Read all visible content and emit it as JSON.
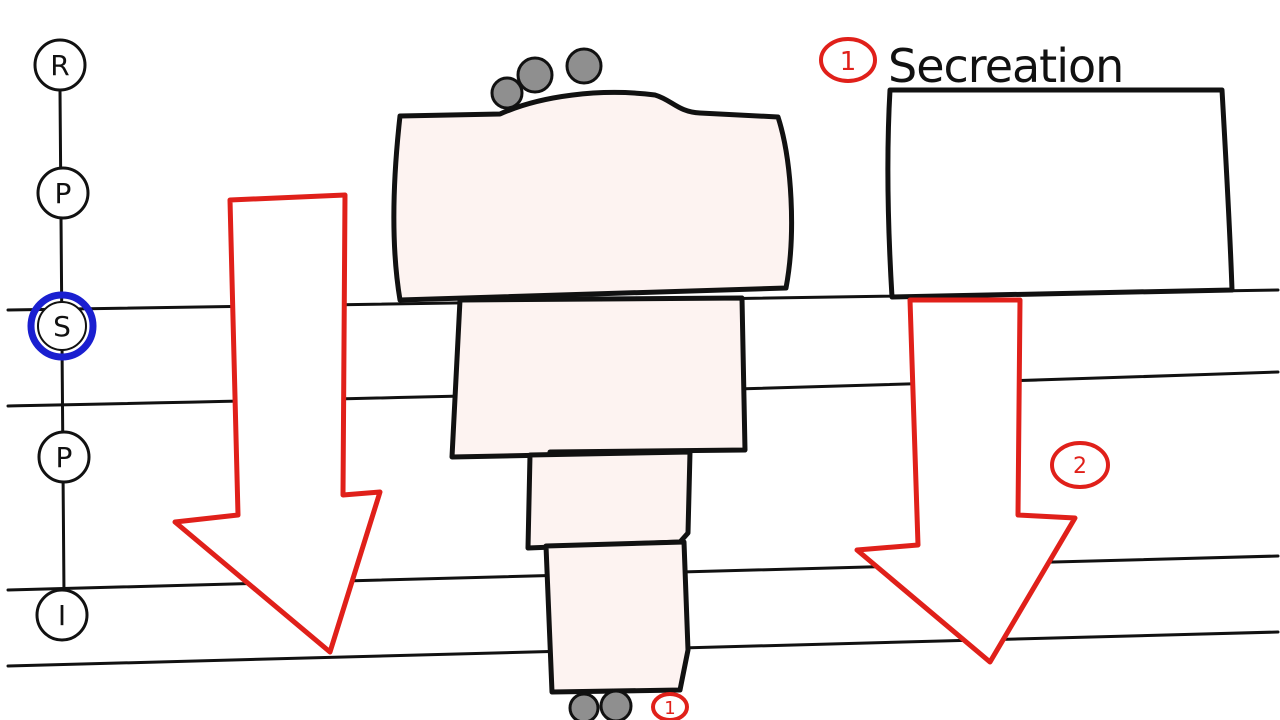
{
  "stages": [
    {
      "label": "R",
      "highlighted": false
    },
    {
      "label": "P",
      "highlighted": false
    },
    {
      "label": "S",
      "highlighted": true
    },
    {
      "label": "P",
      "highlighted": false
    },
    {
      "label": "I",
      "highlighted": false
    }
  ],
  "secretion": {
    "number": "1",
    "label": "Secreation"
  },
  "step_two_marker": "2",
  "bottom_marker": "1",
  "colors": {
    "line": "#111111",
    "arrow": "#e0201a",
    "highlight": "#1a1fd0",
    "block_fill": "#fdf3f1",
    "particle": "#8f8f8f",
    "marker": "#e0201a"
  }
}
